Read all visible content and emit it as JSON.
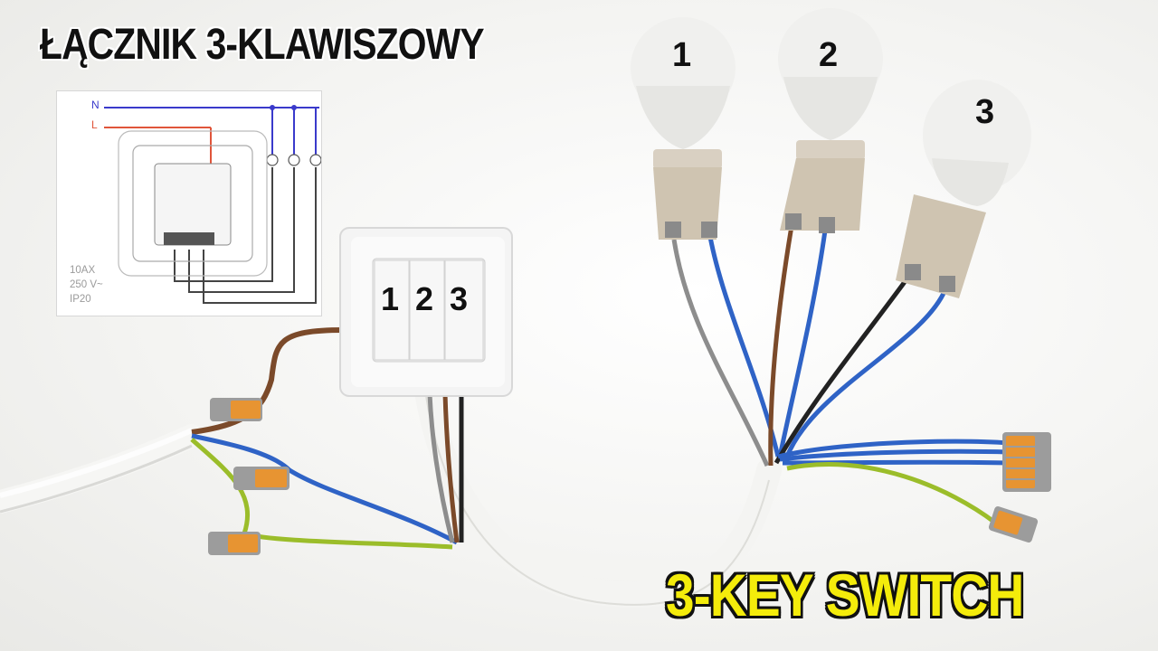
{
  "title": "ŁĄCZNIK 3-KLAWISZOWY",
  "subtitle": "3-KEY SWITCH",
  "diagram": {
    "wire_n": "N",
    "wire_l": "L",
    "ratings": [
      "10AX",
      "250 V~",
      "IP20"
    ]
  },
  "switch_keys": [
    "1",
    "2",
    "3"
  ],
  "bulb_labels": [
    "1",
    "2",
    "3"
  ],
  "colors": {
    "title_text": "#111111",
    "subtitle_text": "#f4ec0b",
    "wire_brown": "#7b4a2a",
    "wire_blue": "#2f63c6",
    "wire_grey": "#8d8d8d",
    "wire_black": "#222222",
    "wire_green_yellow": "#9bbd2a",
    "wire_n_label": "#3a3acb",
    "wire_l_label": "#e0553a"
  }
}
